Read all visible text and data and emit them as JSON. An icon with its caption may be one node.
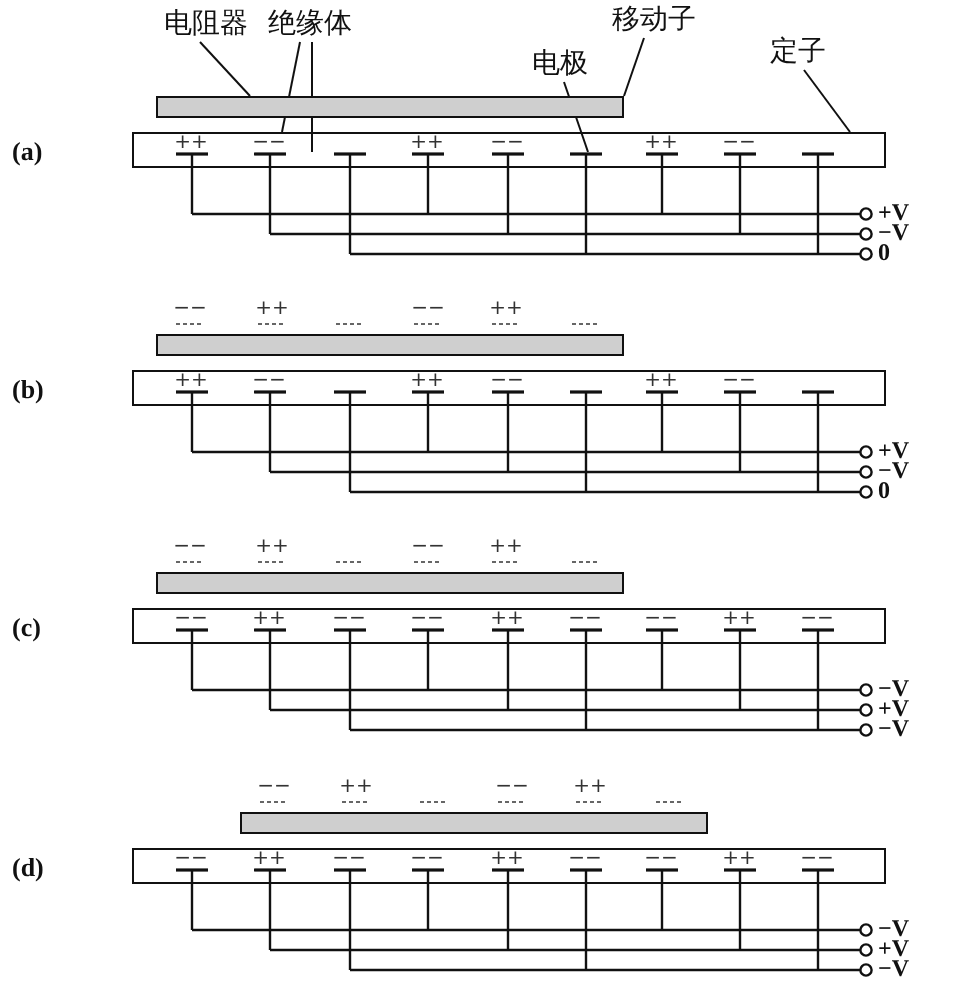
{
  "diagram": {
    "nodes": [
      {
        "text": [
          "电阻器"
        ]
      },
      {
        "text": [
          "绝缘体"
        ]
      },
      {
        "text": [
          "电极"
        ]
      },
      {
        "text": [
          "移动子"
        ]
      },
      {
        "text": [
          "定子"
        ]
      },
      {
        "text": [],
        "shape": "bar"
      },
      {
        "text": [
          "++",
          "−−",
          "++",
          "−−",
          "++",
          "−−"
        ]
      },
      {
        "text": [],
        "shape": "bar",
        "beside": [
          "−−",
          "++",
          "−−",
          "++"
        ]
      },
      {
        "text": [
          "++",
          "−−",
          "++",
          "−−",
          "++",
          "−−"
        ]
      },
      {
        "text": [],
        "shape": "bar",
        "beside": [
          "−−",
          "++",
          "−−",
          "++"
        ]
      },
      {
        "text": [
          "−−",
          "++",
          "−−",
          "−−",
          "++",
          "−−",
          "−−",
          "++",
          "−−"
        ]
      },
      {
        "text": [],
        "shape": "bar",
        "beside": [
          "−−",
          "++",
          "−−",
          "++"
        ]
      },
      {
        "text": [
          "−−",
          "++",
          "−−",
          "−−",
          "++",
          "−−",
          "−−",
          "++",
          "−−"
        ]
      }
    ],
    "edges": [
      {
        "from": 0,
        "to": 5,
        "arrow": "none"
      },
      {
        "from": 1,
        "to": 6,
        "arrow": "none"
      },
      {
        "from": 1,
        "to": 6,
        "arrow": "none"
      },
      {
        "from": 2,
        "to": 6,
        "arrow": "none"
      },
      {
        "from": 3,
        "to": 5,
        "arrow": "none"
      },
      {
        "from": 4,
        "to": 6,
        "arrow": "none"
      }
    ],
    "labels": [
      "(a)",
      "+V",
      "−V",
      "0",
      "(b)",
      "+V",
      "−V",
      "0",
      "(c)",
      "−V",
      "+V",
      "−V",
      "(d)",
      "−V",
      "+V",
      "−V"
    ]
  }
}
